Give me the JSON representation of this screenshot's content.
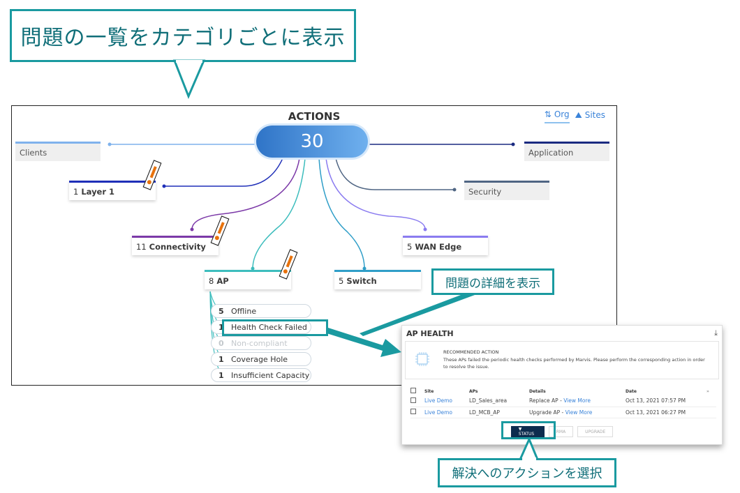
{
  "callouts": {
    "top": "問題の一覧をカテゴリごとに表示",
    "detail": "問題の詳細を表示",
    "action": "解決へのアクションを選択"
  },
  "panel": {
    "title": "ACTIONS",
    "total": "30",
    "view_toggle": [
      {
        "label": "Org",
        "icon": "sort-icon",
        "active": true
      },
      {
        "label": "Sites",
        "icon": "sites-map-icon",
        "active": false
      }
    ],
    "categories": {
      "clients": {
        "count": "",
        "label": "Clients",
        "color": "#7fb2ec"
      },
      "application": {
        "count": "",
        "label": "Application",
        "color": "#1a2a80"
      },
      "layer1": {
        "count": "1",
        "label": "Layer 1",
        "color": "#1f2fb8"
      },
      "security": {
        "count": "",
        "label": "Security",
        "color": "#4f6583"
      },
      "connectivity": {
        "count": "11",
        "label": "Connectivity",
        "color": "#7c3aa8"
      },
      "wan_edge": {
        "count": "5",
        "label": "WAN Edge",
        "color": "#8b7cf0"
      },
      "ap": {
        "count": "8",
        "label": "AP",
        "color": "#3dbdbd"
      },
      "switch": {
        "count": "5",
        "label": "Switch",
        "color": "#2f9ec8"
      }
    },
    "ap_subitems": [
      {
        "count": "5",
        "label": "Offline",
        "disabled": false
      },
      {
        "count": "1",
        "label": "Health Check Failed",
        "disabled": false
      },
      {
        "count": "0",
        "label": "Non-compliant",
        "disabled": true
      },
      {
        "count": "1",
        "label": "Coverage Hole",
        "disabled": false
      },
      {
        "count": "1",
        "label": "Insufficient Capacity",
        "disabled": false
      }
    ]
  },
  "ap_health": {
    "title": "AP HEALTH",
    "recommended_heading": "RECOMMENDED ACTION",
    "recommended_text": "These APs failed the periodic health checks performed by Marvis. Please perform the corresponding action in order to resolve the issue.",
    "columns": [
      "Site",
      "APs",
      "Details",
      "Date"
    ],
    "rows": [
      {
        "site": "Live Demo",
        "ap": "LD_Sales_area",
        "detail": "Replace AP - ",
        "link": "View More",
        "date": "Oct 13, 2021 07:57 PM"
      },
      {
        "site": "Live Demo",
        "ap": "LD_MCB_AP",
        "detail": "Upgrade AP - ",
        "link": "View More",
        "date": "Oct 13, 2021 06:27 PM"
      }
    ],
    "buttons": {
      "status": "▼ STATUS",
      "rma": "RMA",
      "upgrade": "UPGRADE"
    }
  }
}
